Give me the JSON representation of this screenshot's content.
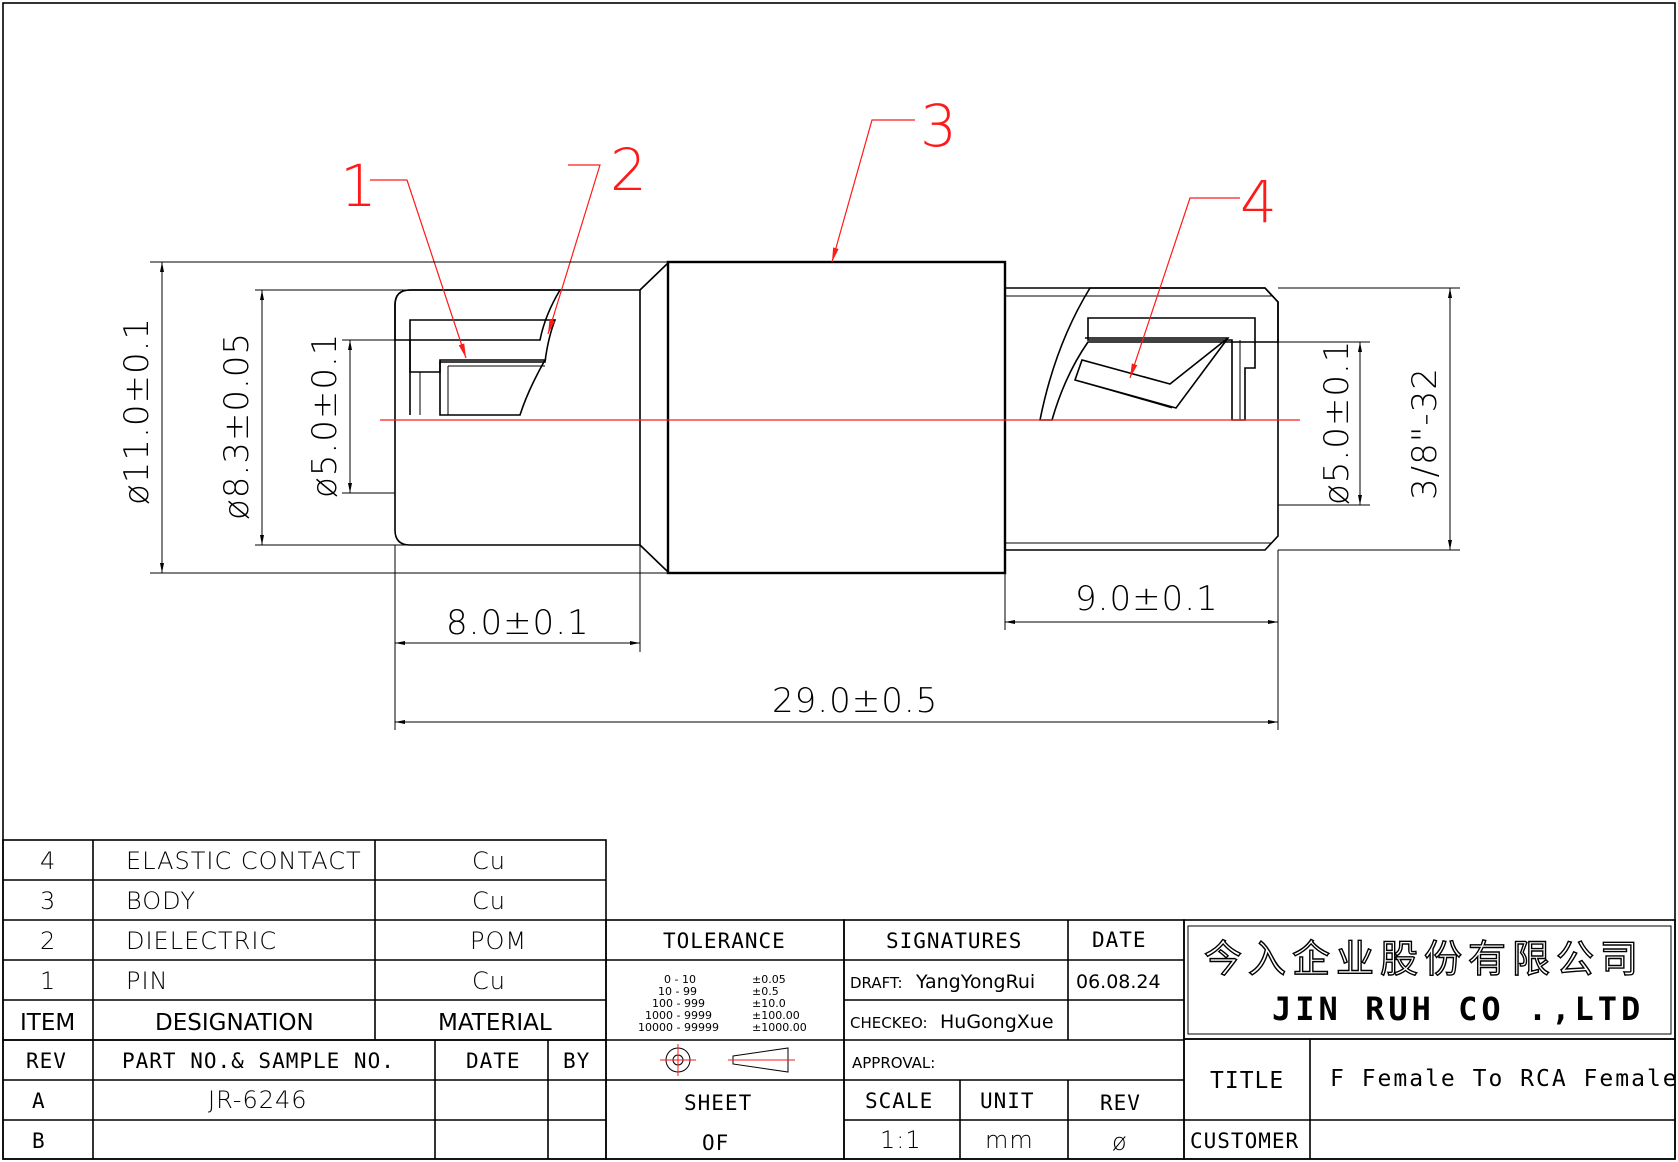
{
  "drawing": {
    "callouts": [
      "1",
      "2",
      "3",
      "4"
    ],
    "dimensions": {
      "outer_dia": "ø11.0±0.1",
      "body_dia": "ø8.3±0.05",
      "inner_dia_left": "ø5.0±0.1",
      "inner_dia_right": "ø5.0±0.1",
      "thread": "3/8\"-32",
      "left_length": "8.0±0.1",
      "right_length": "9.0±0.1",
      "overall_length": "29.0±0.5"
    }
  },
  "bom": {
    "header": {
      "item": "ITEM",
      "designation": "DESIGNATION",
      "material": "MATERIAL"
    },
    "rows": [
      {
        "item": "4",
        "designation": "ELASTIC  CONTACT",
        "material": "Cu"
      },
      {
        "item": "3",
        "designation": "BODY",
        "material": "Cu"
      },
      {
        "item": "2",
        "designation": "DIELECTRIC",
        "material": "POM"
      },
      {
        "item": "1",
        "designation": "PIN",
        "material": "Cu"
      }
    ]
  },
  "revisions": {
    "header": {
      "rev": "REV",
      "part": "PART NO.& SAMPLE NO.",
      "date": "DATE",
      "by": "BY"
    },
    "rows": [
      {
        "rev": "A",
        "part": "JR-6246",
        "date": "",
        "by": ""
      },
      {
        "rev": "B",
        "part": "",
        "date": "",
        "by": ""
      }
    ]
  },
  "tolerance": {
    "label": "TOLERANCE",
    "ranges": [
      {
        "range": "0  -  10",
        "tol": "±0.05"
      },
      {
        "range": "10  -  99",
        "tol": "±0.5"
      },
      {
        "range": "100  -  999",
        "tol": "±10.0"
      },
      {
        "range": "1000  -  9999",
        "tol": "±100.00"
      },
      {
        "range": "10000  -  99999",
        "tol": "±1000.00"
      }
    ]
  },
  "signatures": {
    "label": "SIGNATURES",
    "date_label": "DATE",
    "draft_label": "DRAFT:",
    "draft_name": "YangYongRui",
    "draft_date": "06.08.24",
    "checked_label": "CHECKEO:",
    "checked_name": "HuGongXue",
    "approval_label": "APPROVAL:"
  },
  "sheet": {
    "sheet_label": "SHEET",
    "of_label": "OF",
    "scale_label": "SCALE",
    "scale_value": "1:1",
    "unit_label": "UNIT",
    "unit_value": "mm",
    "rev_label": "REV",
    "rev_value": "ø"
  },
  "company": {
    "name_cn": "今入企业股份有限公司",
    "name_en": "JIN  RUH  CO .,LTD"
  },
  "title_block": {
    "title_label": "TITLE",
    "title_value": "F  Female  To  RCA  Female",
    "customer_label": "CUSTOMER",
    "customer_value": ""
  }
}
